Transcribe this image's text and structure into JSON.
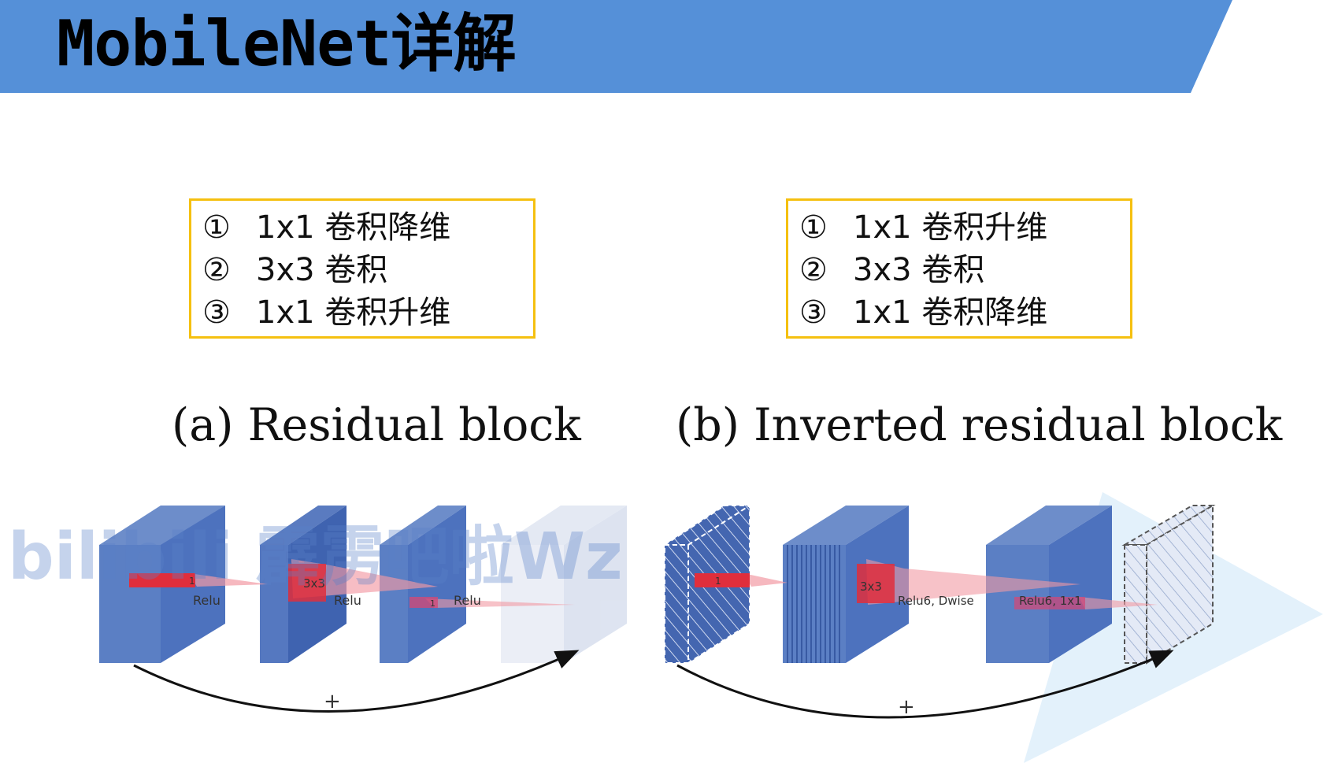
{
  "header": {
    "title": "MobileNet详解",
    "color": "#5590d8"
  },
  "residual": {
    "steps": [
      {
        "num": "①",
        "text": "1x1 卷积降维"
      },
      {
        "num": "②",
        "text": "3x3 卷积"
      },
      {
        "num": "③",
        "text": "1x1 卷积升维"
      }
    ],
    "caption": "(a) Residual block",
    "labels": {
      "k1": "1",
      "relu1": "Relu",
      "k2": "3x3",
      "relu2": "Relu",
      "k3": "1",
      "relu3": "Relu",
      "plus": "+"
    }
  },
  "inverted": {
    "steps": [
      {
        "num": "①",
        "text": "1x1 卷积升维"
      },
      {
        "num": "②",
        "text": "3x3 卷积"
      },
      {
        "num": "③",
        "text": "1x1 卷积降维"
      }
    ],
    "caption": "(b) Inverted residual block",
    "labels": {
      "k1": "1",
      "k2": "3x3",
      "act2": "Relu6, Dwise",
      "act3": "Relu6, 1x1",
      "plus": "+"
    }
  },
  "watermark": "bilibili 霹雳吧啦Wz",
  "colors": {
    "box_border": "#f5c010",
    "block": "#5b7fc4",
    "kernel": "#e02030"
  }
}
